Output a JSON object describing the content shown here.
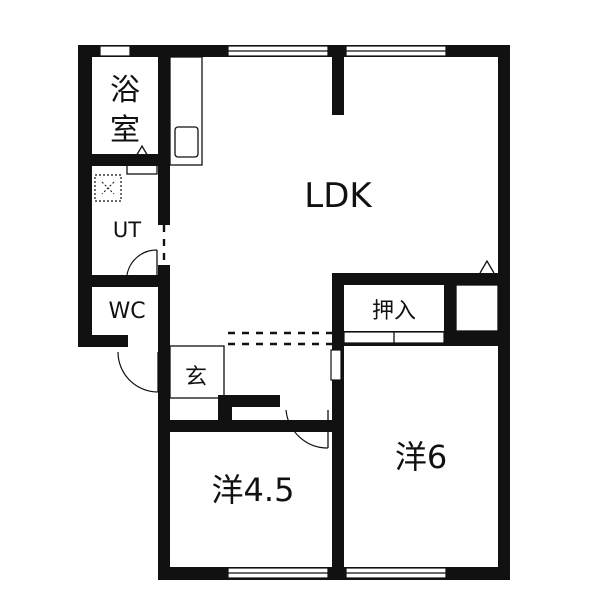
{
  "floor_plan": {
    "rooms": {
      "ldk": "LDK",
      "bath": [
        "浴",
        "室"
      ],
      "utility": "UT",
      "toilet": "WC",
      "closet": "押入",
      "entrance": "玄",
      "western_small": "洋4.5",
      "western_large": "洋6"
    },
    "colors": {
      "wall": "#111111",
      "background": "#ffffff"
    }
  }
}
